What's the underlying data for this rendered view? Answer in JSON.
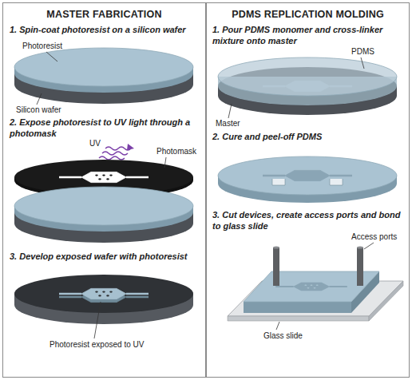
{
  "diagram": {
    "nodes": [
      {
        "text": [
          "MASTER FABRICATION"
        ]
      },
      {
        "text": [
          "PDMS REPLICATION MOLDING"
        ]
      }
    ],
    "labels": [
      "1. Spin-coat photoresist on a silicon wafer",
      "Photoresist",
      "Silicon wafer",
      "2. Expose photoresist to UV light through a photomask",
      "UV",
      "Photomask",
      "3. Develop exposed wafer with photoresist",
      "Photoresist exposed to UV",
      "1. Pour PDMS monomer and cross-linker mixture onto master",
      "PDMS",
      "Master",
      "2. Cure and peel-off PDMS",
      "3. Cut devices, create access ports and bond to glass slide",
      "Access ports",
      "Glass slide"
    ]
  }
}
